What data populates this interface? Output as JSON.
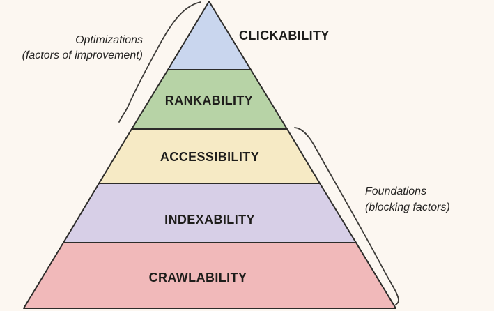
{
  "title": "SEO pyramid diagram",
  "colors": {
    "background": "#fcf7f1",
    "outline": "#2d2c2a",
    "bracket": "#3d3b38",
    "label_text": "#1e1d1b",
    "annotation_text": "#242322"
  },
  "pyramid": {
    "layers": [
      {
        "name": "clickability",
        "label": "CLICKABILITY",
        "fill": "#c9d6ee",
        "label_placement": "outside-right"
      },
      {
        "name": "rankability",
        "label": "RANKABILITY",
        "fill": "#b7d3a6",
        "label_placement": "inside"
      },
      {
        "name": "accessibility",
        "label": "ACCESSIBILITY",
        "fill": "#f6eac5",
        "label_placement": "inside"
      },
      {
        "name": "indexability",
        "label": "INDEXABILITY",
        "fill": "#d7cfe7",
        "label_placement": "inside"
      },
      {
        "name": "crawlability",
        "label": "CRAWLABILITY",
        "fill": "#f1b9ba",
        "label_placement": "inside"
      }
    ]
  },
  "annotations": {
    "optimizations": {
      "line1": "Optimizations",
      "line2": "(factors of improvement)",
      "side": "left",
      "applies_to": [
        "CLICKABILITY",
        "RANKABILITY"
      ]
    },
    "foundations": {
      "line1": "Foundations",
      "line2": "(blocking factors)",
      "side": "right",
      "applies_to": [
        "ACCESSIBILITY",
        "INDEXABILITY",
        "CRAWLABILITY"
      ]
    }
  }
}
